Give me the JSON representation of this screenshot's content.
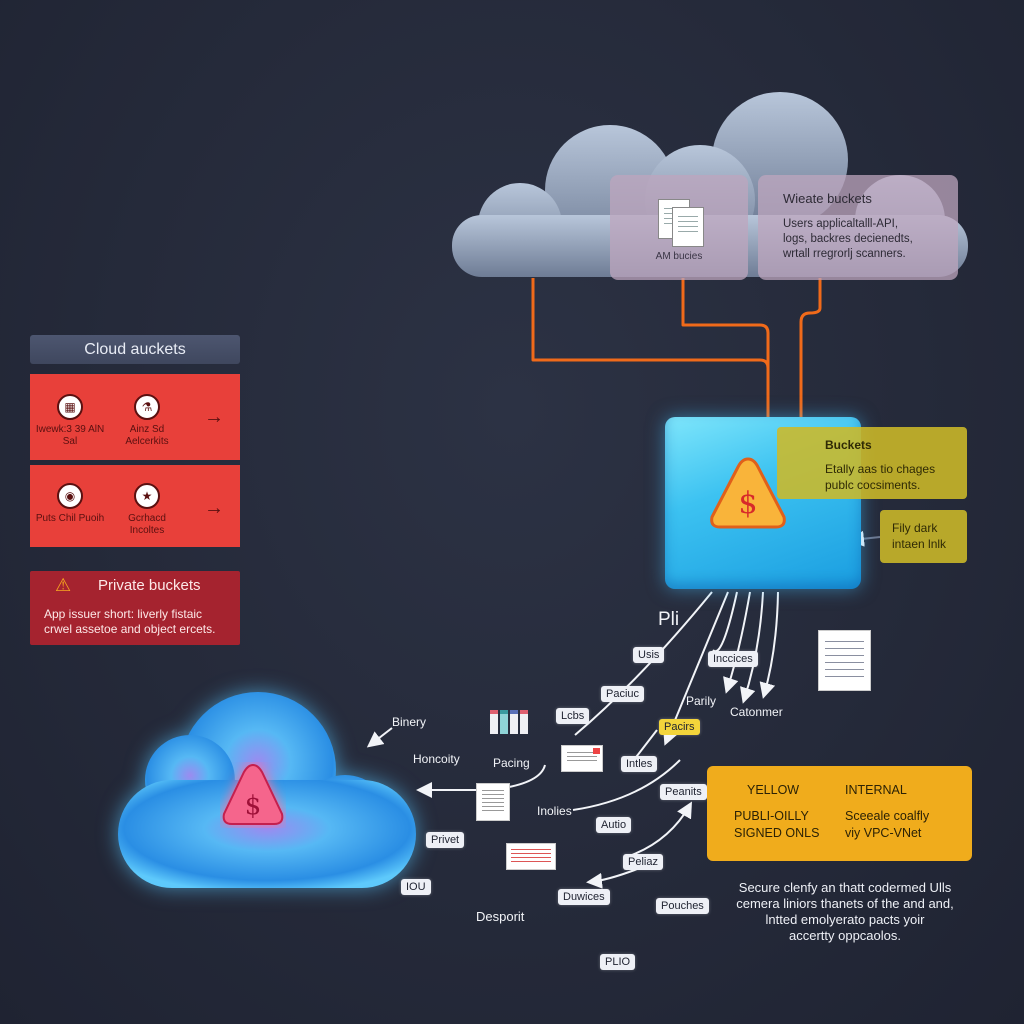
{
  "left_panel": {
    "title": "Cloud auckets",
    "rows": [
      {
        "cells": [
          {
            "icon": "building-icon",
            "glyph": "▦",
            "label": "Iwewk:3 39 AlN Sal"
          },
          {
            "icon": "lab-flask-icon",
            "glyph": "⚗",
            "label": "Ainz Sd Aelcerkits"
          }
        ],
        "arrow": "→"
      },
      {
        "cells": [
          {
            "icon": "camera-icon",
            "glyph": "◉",
            "label": "Puts Chil Puoih"
          },
          {
            "icon": "star-icon",
            "glyph": "★",
            "label": "Gcrhacd Incoltes"
          }
        ],
        "arrow": "→"
      }
    ],
    "private": {
      "title": "Private buckets",
      "warning_glyph": "⚠",
      "description_lines": [
        "App issuer short: liverly fistaic",
        "crwel assetoe and object ercets."
      ]
    }
  },
  "top_cloud": {
    "doc_card_label": "AM bucies",
    "info_card": {
      "title": "Wieate buckets",
      "lines": [
        "Users applicaltalll-API,",
        "logs, backres decienedts,",
        "wrtall rregrorlj scanners."
      ]
    }
  },
  "central_box": {
    "warning_glyph": "$",
    "buckets_note": {
      "title": "Buckets",
      "lines": [
        "Etally aas tio chages",
        "publc cocsiments."
      ]
    },
    "side_note": {
      "lines": [
        "Fily dark",
        "intaen lnlk"
      ]
    }
  },
  "flow_labels": {
    "pli": "Pli",
    "partly": "Parily",
    "customer": "Catonmer",
    "binary": "Binery",
    "honcoity": "Honcoity",
    "pacing": "Pacing",
    "inolies": "Inolies",
    "desport": "Desporit"
  },
  "chips": {
    "usis": "Usis",
    "incices": "Inccices",
    "paciuc": "Paciuc",
    "lcbs": "Lcbs",
    "pacits": "Pacirs",
    "intles": "Intles",
    "peanits": "Peanits",
    "autio": "Autio",
    "privet": "Privet",
    "iou": "IOU",
    "peliaz": "Peliaz",
    "duvices": "Duwices",
    "pouches": "Pouches",
    "plio": "PLIO"
  },
  "access_card": {
    "col1_title": "YELLOW",
    "col1_lines": [
      "PUBLI-OILLY",
      "SIGNED ONLS"
    ],
    "col2_title": "INTERNAL",
    "col2_lines": [
      "Sceeale coalfly",
      "viy VPC-VNet"
    ]
  },
  "secure_text_lines": [
    "Secure clenfy an thatt codermed Ulls",
    "cemera liniors thanets of the and and,",
    "lntted emolyerato pacts yoir",
    "accertty oppcaolos."
  ],
  "colors": {
    "background": "#252a3a",
    "red_card": "#e8403a",
    "private_card": "#a5232f",
    "orange_line": "#f06a1a",
    "blue_box": "#3cc2f1",
    "yellow_note": "#cdb928",
    "access_card": "#f0ac1c"
  }
}
